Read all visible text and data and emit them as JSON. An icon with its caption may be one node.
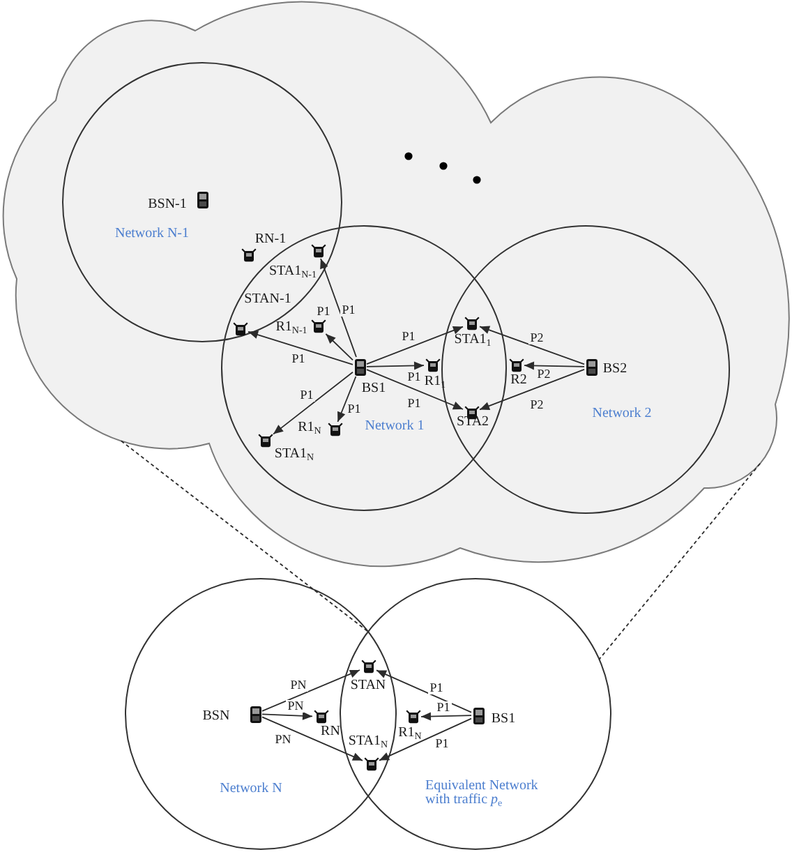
{
  "diagram": {
    "nodes": [
      {
        "text": [],
        "shape": "cloud"
      },
      {
        "text": [
          "Network N-1"
        ],
        "in": 0
      },
      {
        "text": [],
        "shape": "picture",
        "beside": [
          "BSN-1"
        ],
        "in": 1
      },
      {
        "text": [],
        "shape": "picture",
        "beside": [
          "RN-1"
        ],
        "in": 1
      },
      {
        "text": [],
        "shape": "picture",
        "beside": [
          "STA1$_{N-1}$"
        ]
      },
      {
        "text": [],
        "shape": "picture",
        "beside": [
          "STAN-1"
        ]
      },
      {
        "text": [
          "Network 1"
        ],
        "in": 0
      },
      {
        "text": [],
        "shape": "picture",
        "beside": [
          "R1$_{N-1}$"
        ],
        "in": 6
      },
      {
        "text": [],
        "shape": "picture",
        "beside": [
          "BS1"
        ],
        "in": 6
      },
      {
        "text": [],
        "shape": "picture",
        "beside": [
          "STA1$_{1}$"
        ]
      },
      {
        "text": [],
        "shape": "picture",
        "beside": [
          "R1$_{1}$"
        ],
        "in": 6
      },
      {
        "text": [],
        "shape": "picture",
        "beside": [
          "STA2"
        ]
      },
      {
        "text": [],
        "shape": "picture",
        "beside": [
          "R1$_{N}$"
        ],
        "in": 6
      },
      {
        "text": [],
        "shape": "picture",
        "beside": [
          "STA1$_{N}$"
        ],
        "in": 6
      },
      {
        "text": [
          "Network 2"
        ],
        "in": 0
      },
      {
        "text": [],
        "shape": "picture",
        "beside": [
          "R2"
        ],
        "in": 14
      },
      {
        "text": [],
        "shape": "picture",
        "beside": [
          "BS2"
        ],
        "in": 14
      },
      {
        "text": [
          "Network N"
        ]
      },
      {
        "text": [],
        "shape": "picture",
        "beside": [
          "BSN"
        ],
        "in": 17
      },
      {
        "text": [],
        "shape": "picture",
        "beside": [
          "RN"
        ],
        "in": 17
      },
      {
        "text": [],
        "shape": "picture",
        "beside": [
          "STAN"
        ]
      },
      {
        "text": [],
        "shape": "picture",
        "beside": [
          "STA1$_{N}$"
        ]
      },
      {
        "text": [
          "Equivalent Network with traffic *p*$_{e}$"
        ]
      },
      {
        "text": [],
        "shape": "picture",
        "beside": [
          "R1$_{N}$"
        ],
        "in": 22
      },
      {
        "text": [],
        "shape": "picture",
        "beside": [
          "BS1"
        ],
        "in": 22
      }
    ],
    "edges": [
      {
        "from": 8,
        "to": 4,
        "arrow": "to",
        "label": "P1"
      },
      {
        "from": 8,
        "to": 7,
        "arrow": "to",
        "label": "P1"
      },
      {
        "from": 8,
        "to": 5,
        "arrow": "to",
        "label": "P1"
      },
      {
        "from": 8,
        "to": 13,
        "arrow": "to",
        "label": "P1"
      },
      {
        "from": 8,
        "to": 12,
        "arrow": "to",
        "label": "P1"
      },
      {
        "from": 8,
        "to": 9,
        "arrow": "to",
        "label": "P1"
      },
      {
        "from": 8,
        "to": 10,
        "arrow": "to",
        "label": "P1"
      },
      {
        "from": 8,
        "to": 11,
        "arrow": "to",
        "label": "P1"
      },
      {
        "from": 16,
        "to": 9,
        "arrow": "to",
        "label": "P2"
      },
      {
        "from": 16,
        "to": 15,
        "arrow": "to",
        "label": "P2"
      },
      {
        "from": 16,
        "to": 11,
        "arrow": "to",
        "label": "P2"
      },
      {
        "from": 18,
        "to": 20,
        "arrow": "to",
        "label": "PN"
      },
      {
        "from": 18,
        "to": 19,
        "arrow": "to",
        "label": "PN"
      },
      {
        "from": 18,
        "to": 21,
        "arrow": "to",
        "label": "PN"
      },
      {
        "from": 24,
        "to": 20,
        "arrow": "to",
        "label": "P1"
      },
      {
        "from": 24,
        "to": 23,
        "arrow": "to",
        "label": "P1"
      },
      {
        "from": 24,
        "to": 21,
        "arrow": "to",
        "label": "P1"
      },
      {
        "from": 0,
        "to": 17,
        "arrow": "none",
        "style": "dashed"
      },
      {
        "from": 0,
        "to": 22,
        "arrow": "none",
        "style": "dashed"
      }
    ]
  }
}
